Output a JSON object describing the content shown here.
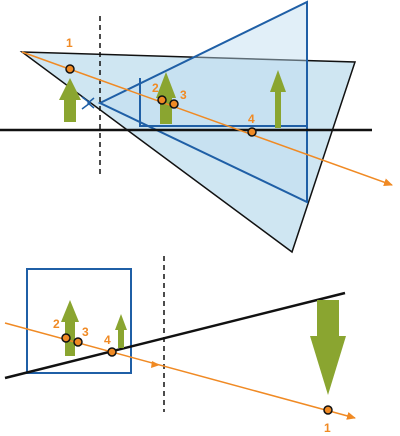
{
  "colors": {
    "frustum_fill": "#cfe6f2",
    "blue_stroke": "#1f5fa6",
    "black": "#111111",
    "ray": "#f08a24",
    "tree": "#8aa530",
    "point_fill": "#f08a24",
    "point_stroke": "#111111"
  },
  "top_view": {
    "labels": {
      "p1": "1",
      "p2": "2",
      "p3": "3",
      "p4": "4"
    }
  },
  "bottom_view": {
    "labels": {
      "p1": "1",
      "p2": "2",
      "p3": "3",
      "p4": "4"
    }
  }
}
